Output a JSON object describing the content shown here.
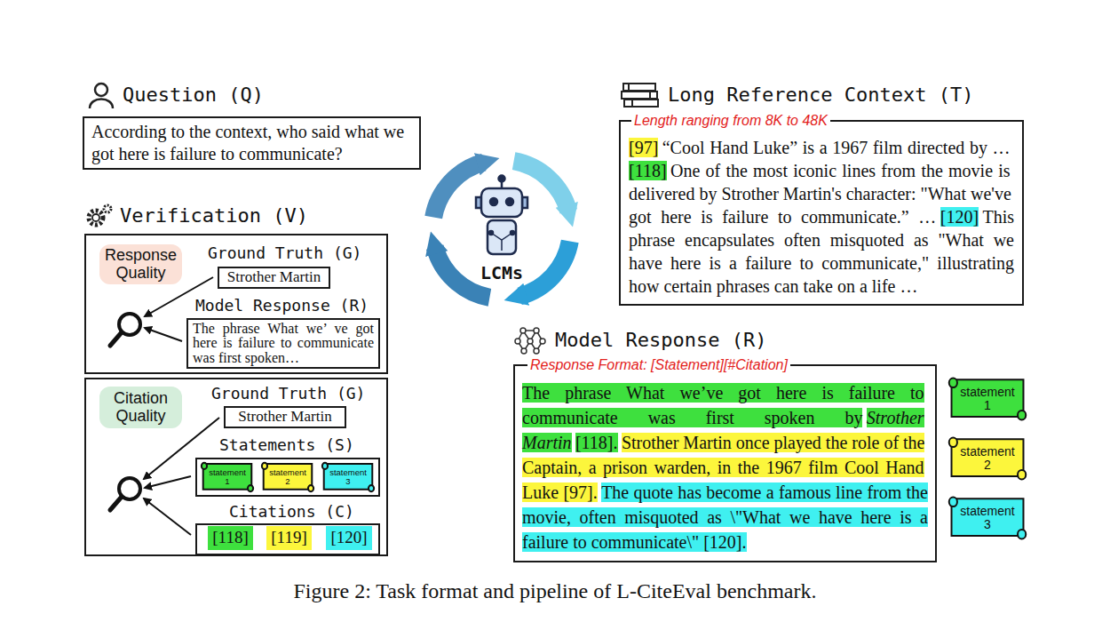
{
  "diagram": {
    "caption": "Figure 2: Task format and pipeline of L-CiteEval benchmark.",
    "nodes": [
      {
        "text": [
          "Question (Q)",
          "According to the context, who said what we got here is failure to communicate?"
        ]
      },
      {
        "text": [
          "LCMs"
        ]
      },
      {
        "text": [
          "Long Reference Context (T)",
          "Length ranging from 8K to 48K",
          "[97]",
          "“Cool Hand Luke” is a 1967 film directed by …",
          "[118]",
          "One of the most iconic lines from the movie is delivered by Strother Martin's character: \"What we've got here is failure to communicate.” …",
          "[120]",
          "This phrase encapsulates often misquoted as \"What we have here is a failure to communicate,\" illustrating how certain phrases can take on a life …"
        ]
      },
      {
        "text": []
      },
      {
        "text": [
          "Response Quality"
        ],
        "in": 3
      },
      {
        "text": [
          "Ground Truth (G)",
          "Strother Martin"
        ],
        "in": 3
      },
      {
        "text": [
          "Model Response (R)",
          "The phrase What we’ ve got here is failure to communicate was first spoken…"
        ],
        "in": 3
      },
      {
        "text": []
      },
      {
        "text": [
          "Citation Quality"
        ],
        "in": 7
      },
      {
        "text": [
          "Ground Truth (G)",
          "Strother Martin"
        ],
        "in": 7
      },
      {
        "text": [
          "Statements (S)"
        ],
        "in": 7
      },
      {
        "text": [
          "statement 1"
        ],
        "in": 10
      },
      {
        "text": [
          "statement 2"
        ],
        "in": 10
      },
      {
        "text": [
          "statement 3"
        ],
        "in": 10
      },
      {
        "text": [
          "Citations (C)"
        ],
        "in": 7
      },
      {
        "text": [
          "[118]"
        ],
        "in": 14
      },
      {
        "text": [
          "[119]"
        ],
        "in": 14
      },
      {
        "text": [
          "[120]"
        ],
        "in": 14
      },
      {
        "text": [
          "Model Response (R)",
          "Response Format: [Statement][#Citation]",
          "The phrase What we’ve got here is failure to communicate was first spoken by",
          "Strother Martin",
          "[118].",
          "Strother Martin once played the role of the Captain, a prison warden, in the 1967 film Cool Hand Luke [97].",
          "The quote has become a famous line from the movie, often misquoted as \\\"What we have here is a failure to communicate\\\" [120]."
        ]
      },
      {
        "text": [
          "statement 1"
        ]
      },
      {
        "text": [
          "statement 2"
        ]
      },
      {
        "text": [
          "statement 3"
        ]
      }
    ],
    "labels": [
      "Verification (V)"
    ]
  }
}
